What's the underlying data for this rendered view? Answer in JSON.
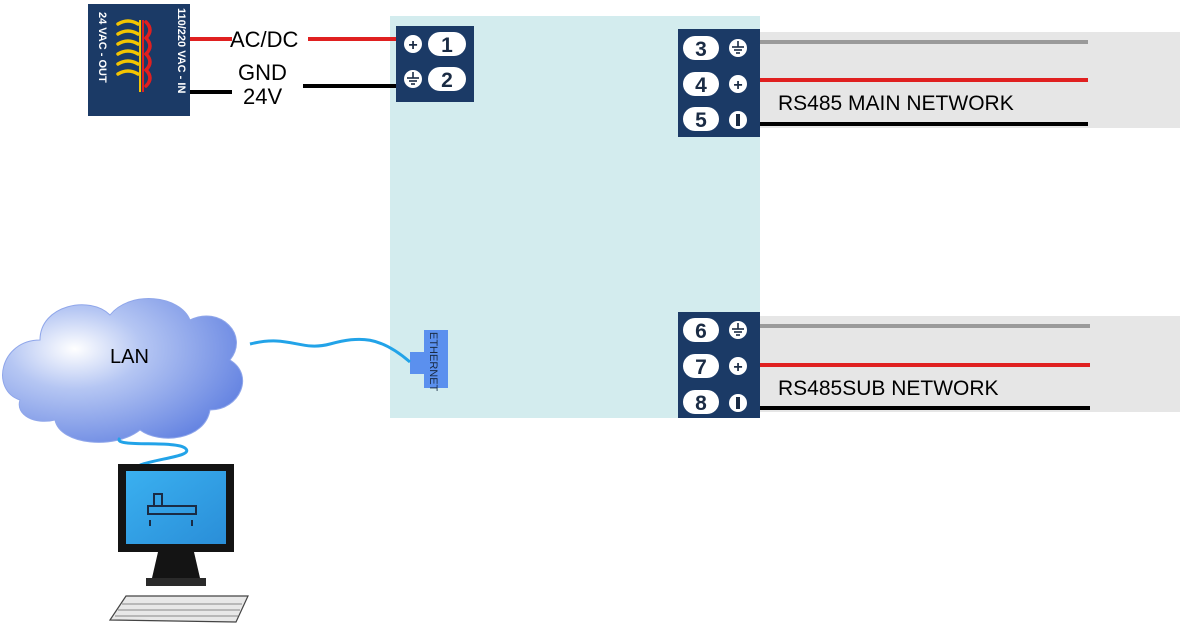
{
  "transformer": {
    "input_label": "110/220 VAC - IN",
    "output_label": "24 VAC - OUT"
  },
  "power": {
    "acdc_label": "AC/DC",
    "gnd_label": "GND",
    "voltage_label": "24V"
  },
  "terminals": {
    "t1": "1",
    "t2": "2",
    "t3": "3",
    "t4": "4",
    "t5": "5",
    "t6": "6",
    "t7": "7",
    "t8": "8"
  },
  "ports": {
    "ethernet_label": "ETHERNET"
  },
  "networks": {
    "main_label": "RS485 MAIN NETWORK",
    "sub_label": "RS485SUB NETWORK"
  },
  "lan": {
    "label": "LAN"
  },
  "colors": {
    "controller_bg": "#d3ecee",
    "terminal_block": "#1b3a66",
    "wire_red": "#e02020",
    "wire_black": "#000000",
    "wire_gray": "#9a9a9a",
    "network_strip": "#e6e6e6",
    "ethernet_cable": "#22a3e8",
    "ethernet_port": "#5b90ee"
  }
}
